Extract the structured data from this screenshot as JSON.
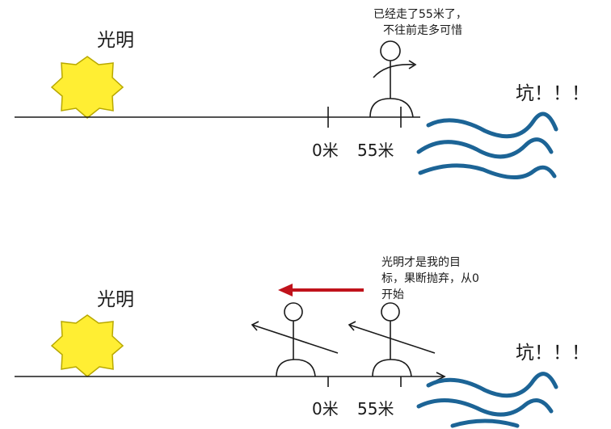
{
  "scene1": {
    "sun_label": "光明",
    "pit_label": "坑！！！",
    "tick_0": "0米",
    "tick_55": "55米",
    "thought_line1": "已经走了55米了，",
    "thought_line2": "不往前走多可惜"
  },
  "scene2": {
    "sun_label": "光明",
    "pit_label": "坑！！！",
    "tick_0": "0米",
    "tick_55": "55米",
    "thought_line1": "光明才是我的目",
    "thought_line2": "标，果断抛弃，从0",
    "thought_line3": "开始"
  },
  "colors": {
    "sun_fill": "#ffee33",
    "sun_stroke": "#b8a800",
    "wave": "#1c6496",
    "arrow_red": "#c0121b",
    "ink": "#1a1a1a"
  },
  "icons": [
    "sun-icon",
    "stick-figure-icon",
    "water-wave-icon",
    "red-arrow-icon"
  ]
}
